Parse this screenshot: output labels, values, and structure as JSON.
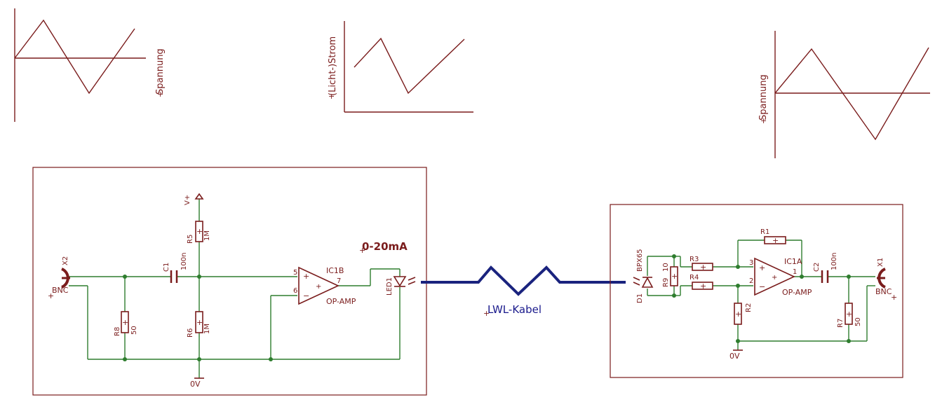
{
  "plots": {
    "left_label": "Spannung",
    "middle_label": "(Licht-)Strom",
    "right_label": "Spannung"
  },
  "transmitter": {
    "connector": {
      "name": "X2",
      "type": "BNC"
    },
    "r8": {
      "name": "R8",
      "value": "50"
    },
    "c1": {
      "name": "C1",
      "value": "100n"
    },
    "r5": {
      "name": "R5",
      "value": "1M"
    },
    "r6": {
      "name": "R6",
      "value": "1M"
    },
    "supply": "V+",
    "ground": "0V",
    "opamp": {
      "name": "IC1B",
      "type": "OP-AMP",
      "pin_plus": "5",
      "pin_minus": "6",
      "pin_out": "7"
    },
    "led": {
      "name": "LED1"
    },
    "current": "0-20mA"
  },
  "cable_label": "LWL-Kabel",
  "receiver": {
    "diode": {
      "name": "D1",
      "type": "BPX65"
    },
    "r9": {
      "name": "R9",
      "value": "10"
    },
    "r3": {
      "name": "R3"
    },
    "r4": {
      "name": "R4"
    },
    "r1": {
      "name": "R1"
    },
    "r2": {
      "name": "R2"
    },
    "opamp": {
      "name": "IC1A",
      "type": "OP-AMP",
      "pin_plus": "3",
      "pin_minus": "2",
      "pin_out": "1"
    },
    "c2": {
      "name": "C2",
      "value": "100n"
    },
    "r7": {
      "name": "R7",
      "value": "50"
    },
    "connector": {
      "name": "X1",
      "type": "BNC"
    },
    "ground": "0V"
  }
}
